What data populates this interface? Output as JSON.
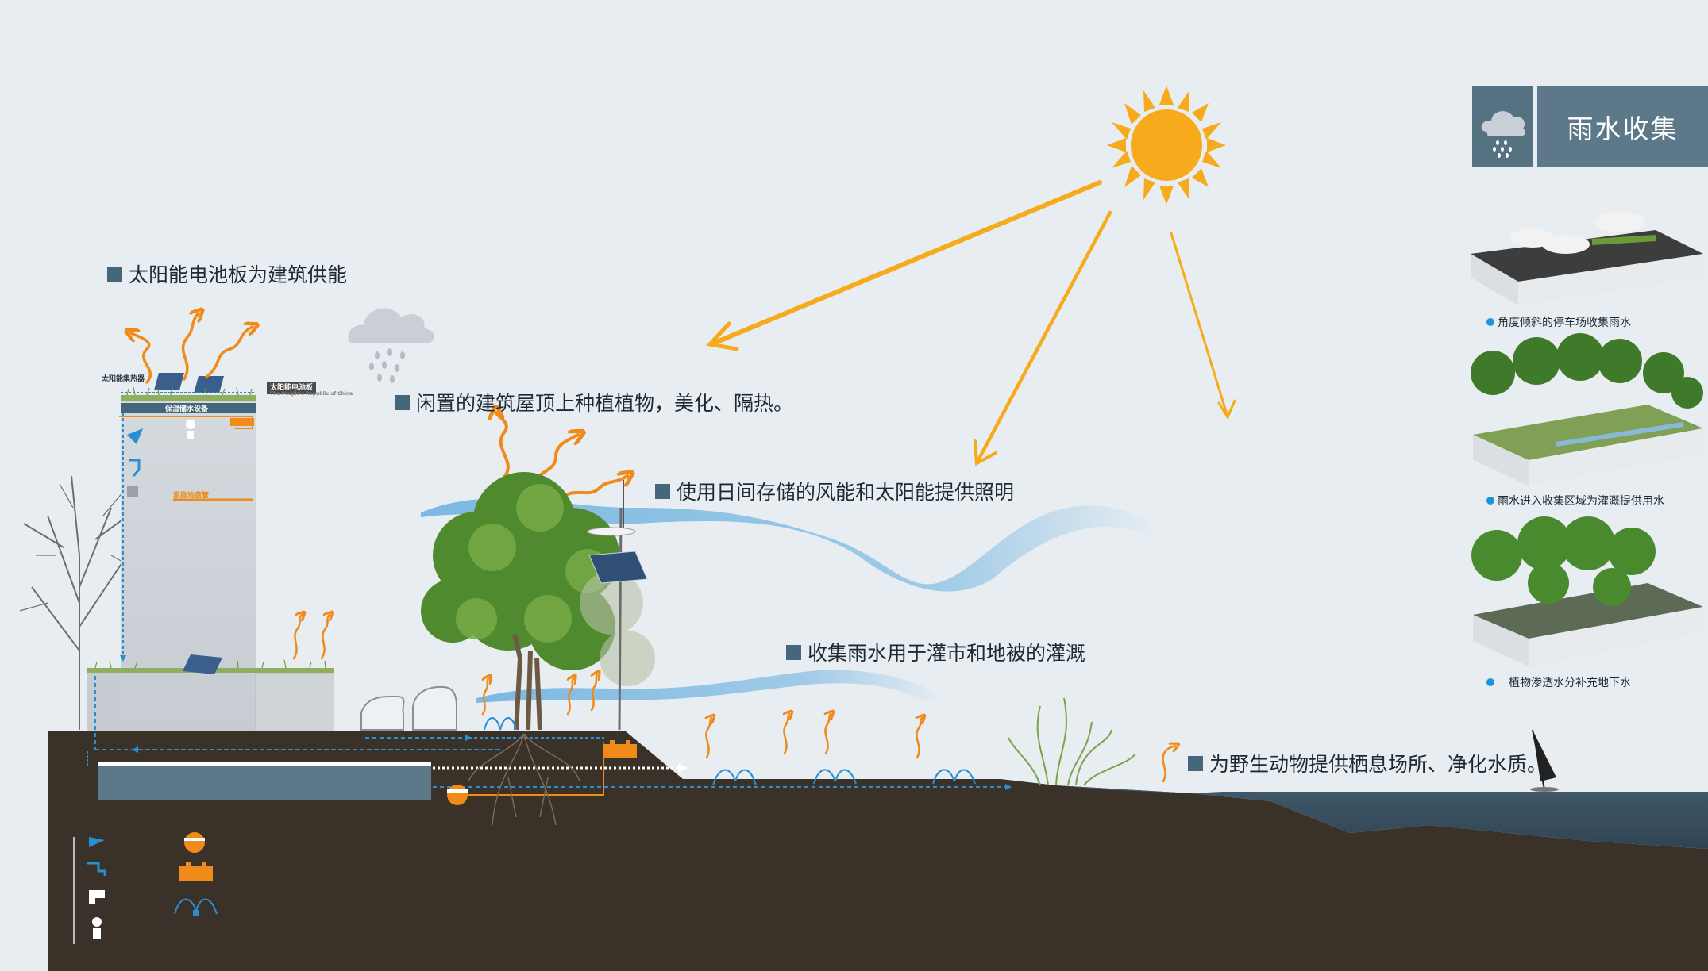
{
  "captions": {
    "solar_panels": "太阳能电池板为建筑供能",
    "roof_planting": "闲置的建筑屋顶上种植植物，美化、隔热。",
    "stored_energy": "使用日间存储的风能和太阳能提供照明",
    "rain_irrigation": "收集雨水用于灌市和地被的灌溉",
    "wildlife": "为野生动物提供栖息场所、净化水质。"
  },
  "building_labels": {
    "solar_collector": "太阳能集热器",
    "solar_panel": "太阳能电池板",
    "republic": "The People's Republic of China",
    "water_equipment": "保温储水设备",
    "geothermal": "家庭地盘管"
  },
  "sidebar": {
    "title": "雨水收集",
    "items": [
      {
        "label": "角度倾斜的停车场收集雨水"
      },
      {
        "label": "雨水进入收集区域为灌溉提供用水"
      },
      {
        "label": "植物渗透水分补充地下水"
      }
    ]
  },
  "legend_icons": [
    "shower-icon",
    "faucet-icon",
    "radiator-icon",
    "lightbulb-icon",
    "water-tank-icon",
    "battery-icon",
    "sprinkler-icon"
  ],
  "colors": {
    "sky": "#e8edf2",
    "soil": "#3a3128",
    "water": "#3d5566",
    "sun": "#f7aa1c",
    "pipe_blue": "#2a8fd0",
    "heat_orange": "#f08a18",
    "sidebar_box": "#5d7888"
  }
}
